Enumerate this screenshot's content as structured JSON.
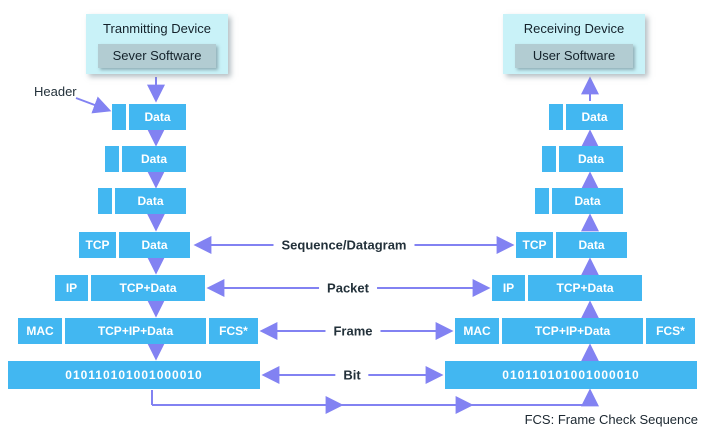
{
  "title": "TCP/IP data encapsulation diagram",
  "colors": {
    "device_box": "#c9f2f8",
    "software_box": "#b2ccd2",
    "data_box": "#42b7f1",
    "arrow": "#8282f2",
    "dark_text": "#23313a",
    "box_text": "#ffffff"
  },
  "tx": {
    "device_label": "Tranmitting Device",
    "software_label": "Sever Software"
  },
  "rx": {
    "device_label": "Receiving Device",
    "software_label": "User Software"
  },
  "labels": {
    "header": "Header",
    "footnote": "FCS: Frame Check Sequence"
  },
  "flow": {
    "sequence": "Sequence/Datagram",
    "packet": "Packet",
    "frame": "Frame",
    "bit": "Bit"
  },
  "layers": {
    "data": "Data",
    "tcp": "TCP",
    "ip": "IP",
    "mac": "MAC",
    "fcs": "FCS*",
    "tcp_data": "TCP+Data",
    "tcp_ip_data": "TCP+IP+Data",
    "bits": "010110101001000010"
  }
}
